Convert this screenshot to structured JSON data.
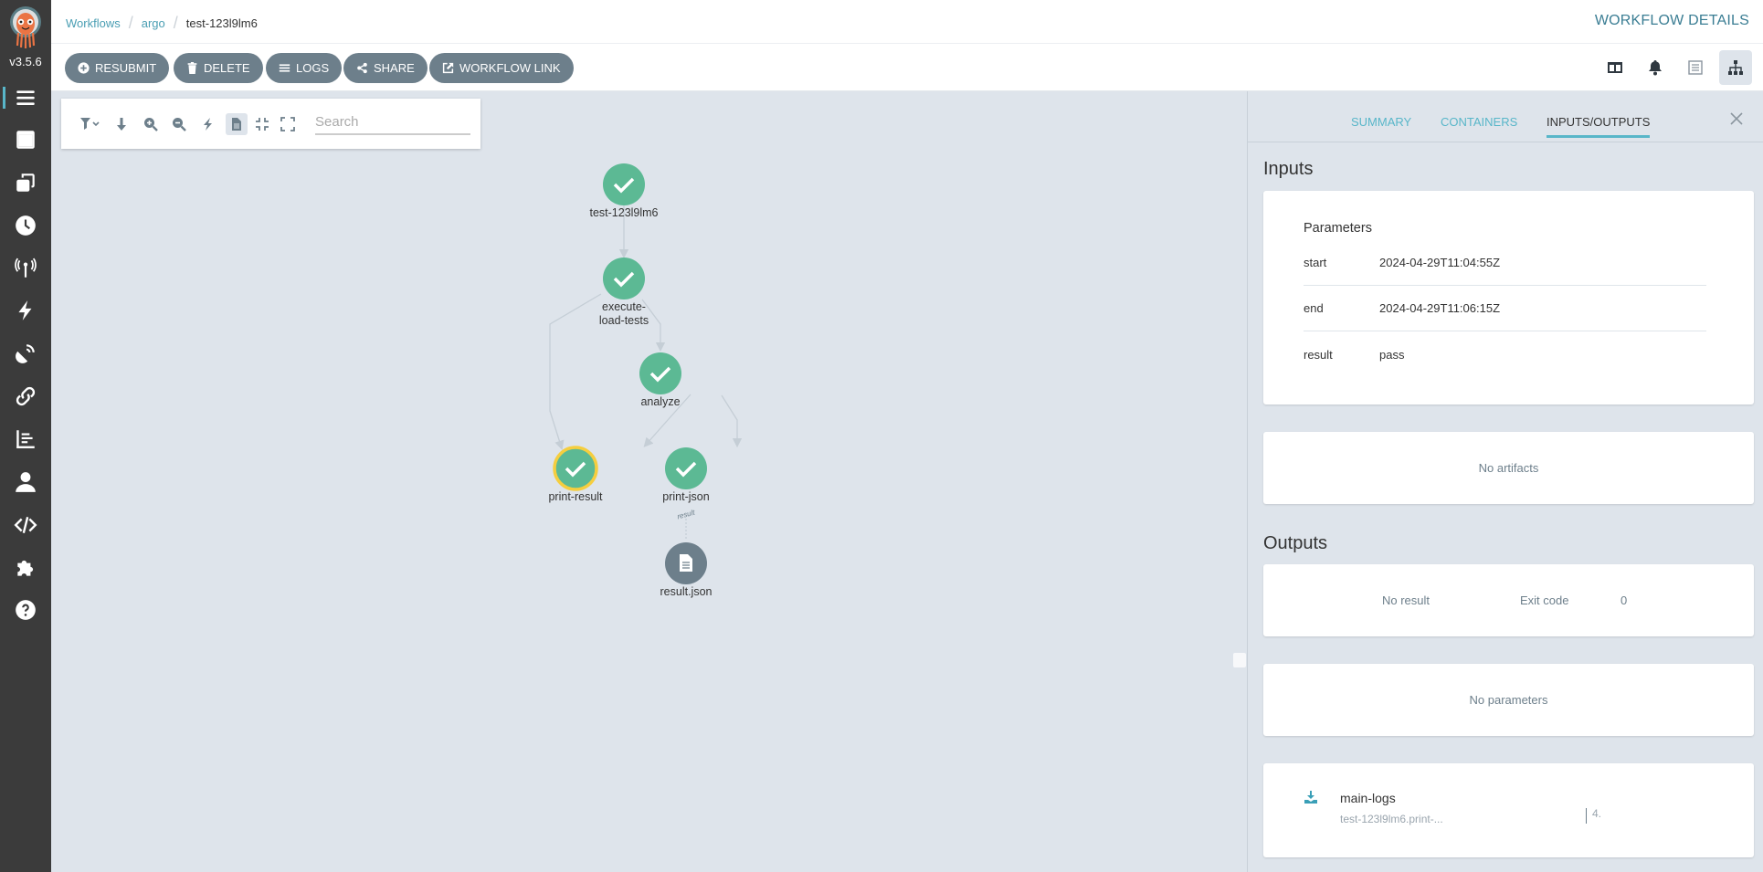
{
  "app": {
    "version": "v3.5.6",
    "page_title": "WORKFLOW DETAILS"
  },
  "sidebar": {
    "items": [
      {
        "name": "workflows",
        "icon": "bars-icon",
        "active": true
      },
      {
        "name": "workflow-templates",
        "icon": "window-icon"
      },
      {
        "name": "cluster-workflow-templates",
        "icon": "clone-icon"
      },
      {
        "name": "cron-workflows",
        "icon": "clock-icon"
      },
      {
        "name": "event-sources",
        "icon": "broadcast-tower-icon"
      },
      {
        "name": "sensors",
        "icon": "bolt-icon"
      },
      {
        "name": "event-flow",
        "icon": "satellite-dish-icon"
      },
      {
        "name": "api-docs-link",
        "icon": "link-icon"
      },
      {
        "name": "reports",
        "icon": "chart-bar-icon"
      },
      {
        "name": "user-info",
        "icon": "user-icon"
      },
      {
        "name": "api-docs",
        "icon": "code-icon"
      },
      {
        "name": "plugins",
        "icon": "puzzle-piece-icon"
      },
      {
        "name": "help",
        "icon": "question-circle-icon"
      }
    ]
  },
  "breadcrumb": {
    "items": [
      "Workflows",
      "argo"
    ],
    "current": "test-123l9lm6"
  },
  "toolbar": {
    "resubmit": "RESUBMIT",
    "delete": "DELETE",
    "logs": "LOGS",
    "share": "SHARE",
    "workflow_link": "WORKFLOW LINK"
  },
  "graph_toolbar": {
    "search_placeholder": "Search"
  },
  "graph": {
    "nodes": [
      {
        "id": "root",
        "label": "test-123l9lm6",
        "status": "succeeded"
      },
      {
        "id": "execute",
        "label": "execute-\nload-tests",
        "status": "succeeded"
      },
      {
        "id": "analyze",
        "label": "analyze",
        "status": "succeeded"
      },
      {
        "id": "print-result",
        "label": "print-result",
        "status": "succeeded",
        "selected": true
      },
      {
        "id": "print-json",
        "label": "print-json",
        "status": "succeeded"
      },
      {
        "id": "result-json",
        "label": "result.json",
        "type": "artifact"
      }
    ],
    "edge_label": "result",
    "colors": {
      "success": "#5cb994",
      "selected": "#f5ce3f",
      "artifact": "#6d7f8b",
      "edge": "#c5ced6"
    }
  },
  "panel": {
    "tabs": [
      "SUMMARY",
      "CONTAINERS",
      "INPUTS/OUTPUTS"
    ],
    "active_tab": "INPUTS/OUTPUTS",
    "inputs_title": "Inputs",
    "parameters_title": "Parameters",
    "parameters": [
      {
        "name": "start",
        "value": "2024-04-29T11:04:55Z"
      },
      {
        "name": "end",
        "value": "2024-04-29T11:06:15Z"
      },
      {
        "name": "result",
        "value": "pass"
      }
    ],
    "no_artifacts": "No artifacts",
    "outputs_title": "Outputs",
    "no_result": "No result",
    "exit_code_label": "Exit code",
    "exit_code": "0",
    "no_parameters": "No parameters",
    "artifact": {
      "name": "main-logs",
      "path": "test-123l9lm6.print-...",
      "size": "4."
    }
  }
}
